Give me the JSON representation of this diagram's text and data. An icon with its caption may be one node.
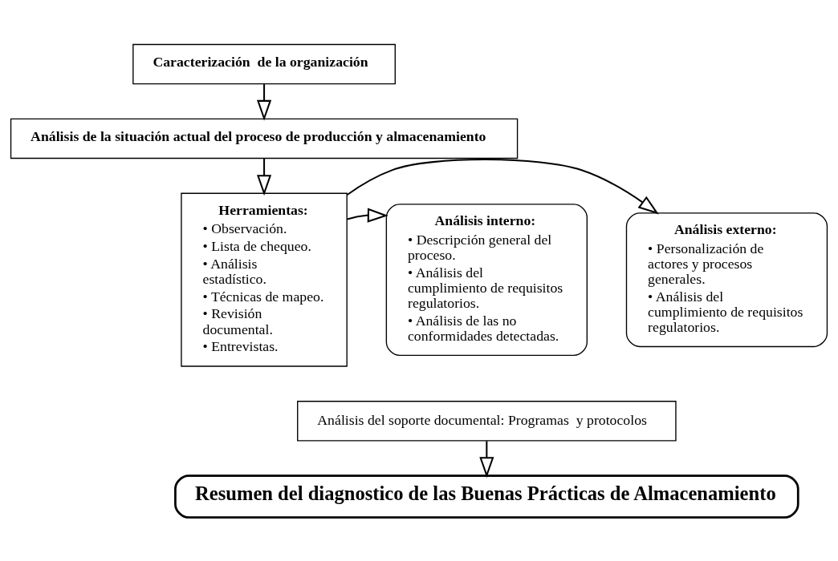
{
  "diagram": {
    "nodes": [
      {
        "text": [
          "Caracterización  de la organización"
        ]
      },
      {
        "text": [
          "Análisis de la situación actual del proceso de producción y almacenamiento"
        ]
      },
      {
        "text": [
          "Análisis interno:",
          "• Descripción general del proceso.",
          "• Análisis del cumplimiento de requisitos regulatorios.",
          "• Análisis de las no conformidades detectadas."
        ]
      },
      {
        "text": [
          "Herramientas:",
          "• Observación.",
          "• Lista de chequeo.",
          "• Análisis estadístico.",
          "• Técnicas de mapeo.",
          "• Revisión documental.",
          "• Entrevistas."
        ]
      },
      {
        "text": [
          "Análisis externo:",
          "• Personalización de actores y procesos generales.",
          "• Análisis del cumplimiento de requisitos regulatorios."
        ]
      },
      {
        "text": [
          "Análisis del soporte documental: Programas  y protocolos"
        ]
      },
      {
        "text": [
          "Resumen del diagnostico de las Buenas Prácticas de Almacenamiento"
        ]
      }
    ],
    "edges": [
      {
        "from": 0,
        "to": 1,
        "arrow": "to"
      },
      {
        "from": 1,
        "to": 3,
        "arrow": "to"
      },
      {
        "from": 3,
        "to": 2,
        "arrow": "to"
      },
      {
        "from": 3,
        "to": 4,
        "arrow": "to"
      },
      {
        "from": 5,
        "to": 6,
        "arrow": "to"
      }
    ]
  }
}
